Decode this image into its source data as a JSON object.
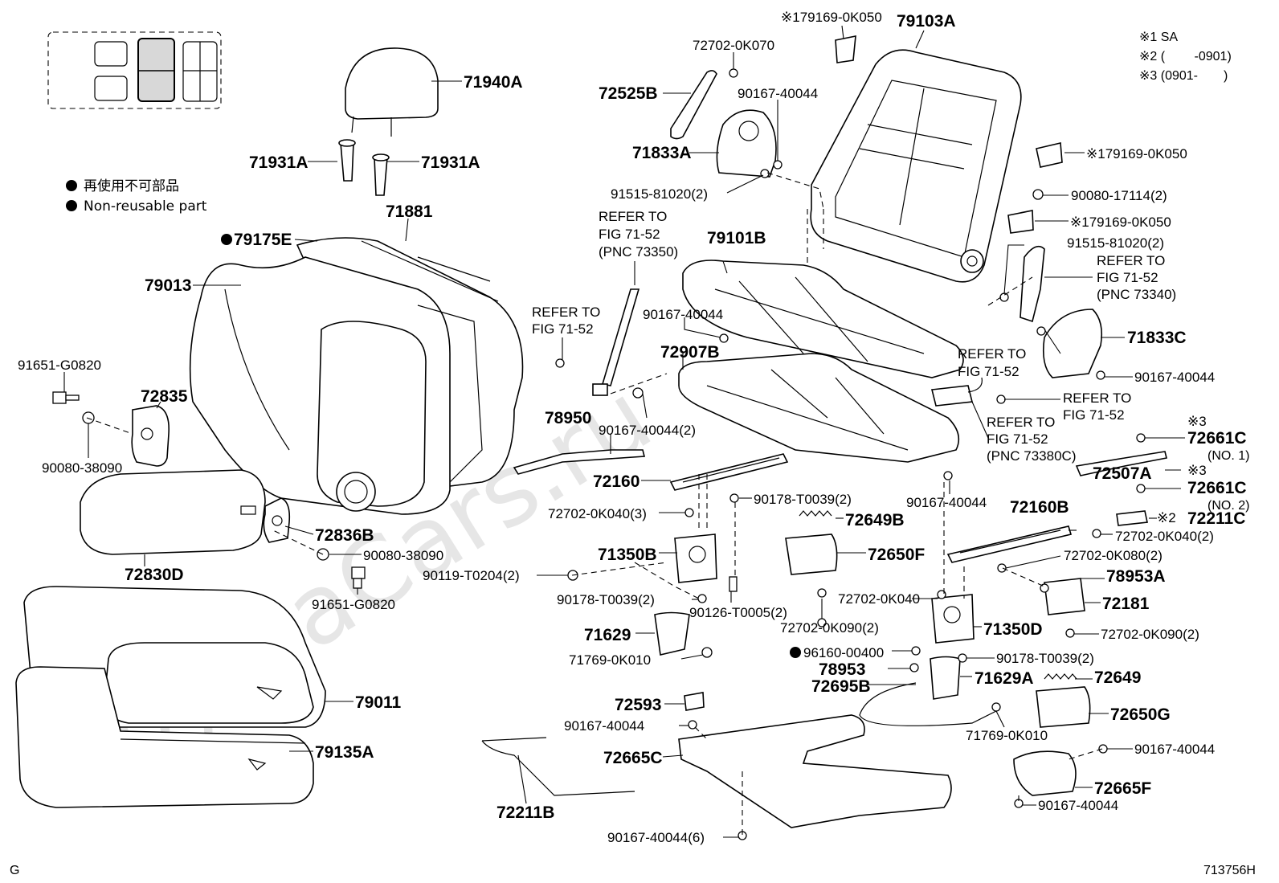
{
  "watermark": "ToyotaCars.ru",
  "corner_left": "G",
  "figure_code": "713756H",
  "legend": {
    "japanese": "再使用不可部品",
    "english": "Non-reusable part"
  },
  "notes": [
    "※1 SA",
    "※2 (　　 -0901)",
    "※3 (0901-　　)"
  ],
  "labels": {
    "p71940A": "71940A",
    "p71931A_l": "71931A",
    "p71931A_r": "71931A",
    "p79175E": "79175E",
    "p71881": "71881",
    "p79013": "79013",
    "p91651_top": "91651-G0820",
    "p72835": "72835",
    "p90080_38090_l": "90080-38090",
    "p72830D": "72830D",
    "p72836B": "72836B",
    "p90080_38090_r": "90080-38090",
    "p91651_bot": "91651-G0820",
    "p79011": "79011",
    "p79135A": "79135A",
    "p72211B": "72211B",
    "p72702_0K070": "72702-0K070",
    "p72525B": "72525B",
    "p90167_top": "90167-40044",
    "p71833A": "71833A",
    "p91515_l": "91515-81020(2)",
    "p179169_top": "※179169-0K050",
    "p79103A": "79103A",
    "p179169_r1": "※179169-0K050",
    "p90080_17114": "90080-17114(2)",
    "p179169_r2": "※179169-0K050",
    "p91515_r": "91515-81020(2)",
    "refer_73350": [
      "REFER TO",
      "FIG 71-52",
      "(PNC 73350)"
    ],
    "p79101B": "79101B",
    "refer_a": [
      "REFER TO",
      "FIG 71-52"
    ],
    "p90167_mid": "90167-40044",
    "p72907B": "72907B",
    "refer_73340": [
      "REFER TO",
      "FIG 71-52",
      "(PNC 73340)"
    ],
    "p71833C": "71833C",
    "refer_b": [
      "REFER TO",
      "FIG 71-52"
    ],
    "p90167_right": "90167-40044",
    "refer_c": [
      "REFER TO",
      "FIG 71-52"
    ],
    "refer_73380C": [
      "REFER TO",
      "FIG 71-52",
      "(PNC 73380C)"
    ],
    "p78950": "78950",
    "p90167_2": "90167-40044(2)",
    "p72160": "72160",
    "p90167_below": "90167-40044",
    "p72702_0K040_3": "72702-0K040(3)",
    "p90178_top": "90178-T0039(2)",
    "p72649B": "72649B",
    "p72650F": "72650F",
    "p71350B": "71350B",
    "p90119": "90119-T0204(2)",
    "p90178_left": "90178-T0039(2)",
    "p90126": "90126-T0005(2)",
    "p72702_0K090_l": "72702-0K090(2)",
    "p71629": "71629",
    "p71769_l": "71769-0K010",
    "p96160": "96160-00400",
    "p78953": "78953",
    "p72695B": "72695B",
    "p72593": "72593",
    "p90167_72593": "90167-40044",
    "p72665C": "72665C",
    "p90167_6": "90167-40044(6)",
    "p72661C_1": "72661C",
    "p72661C_1_note": "(NO. 1)",
    "p72661C_1_mark": "※3",
    "p72507A": "72507A",
    "p72661C_2": "72661C",
    "p72661C_2_note": "(NO. 2)",
    "p72661C_2_mark": "※3",
    "p72160B": "72160B",
    "p72211C": "72211C",
    "p72211C_mark": "※2",
    "p72702_0K040_2": "72702-0K040(2)",
    "p72702_0K080": "72702-0K080(2)",
    "p78953A": "78953A",
    "p72181": "72181",
    "p72702_0K040": "72702-0K040",
    "p71350D": "71350D",
    "p72702_0K090_r": "72702-0K090(2)",
    "p90178_right": "90178-T0039(2)",
    "p71629A": "71629A",
    "p72649": "72649",
    "p72650G": "72650G",
    "p71769_r": "71769-0K010",
    "p90167_72665F_top": "90167-40044",
    "p72665F": "72665F",
    "p90167_72665F_bot": "90167-40044"
  }
}
